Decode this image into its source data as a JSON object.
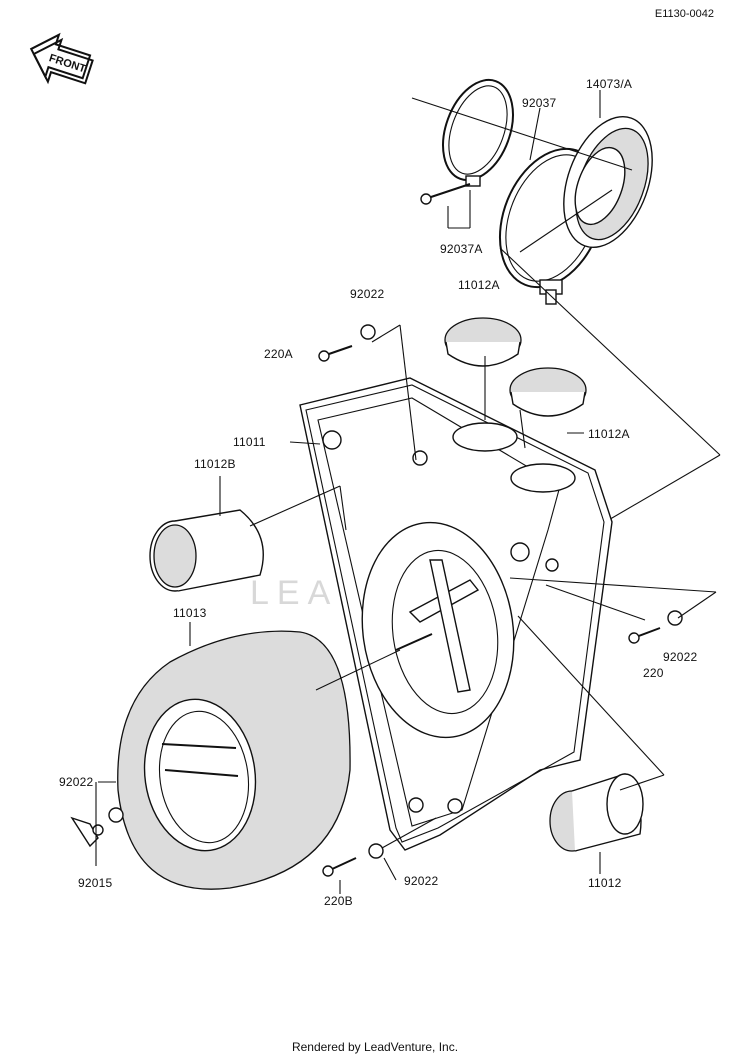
{
  "doc_code": "E1130-0042",
  "front_text": "FRONT",
  "watermark": "LEADVENTURE",
  "footer": "Rendered by LeadVenture, Inc.",
  "labels": {
    "p14073A": "14073/A",
    "p92037": "92037",
    "p92037A": "92037A",
    "p92022_top": "92022",
    "p220A": "220A",
    "p11012A_top": "11012A",
    "p11012A_right": "11012A",
    "p11011": "11011",
    "p11012B": "11012B",
    "p11013": "11013",
    "p220": "220",
    "p92022_right": "92022",
    "p92022_left": "92022",
    "p92015": "92015",
    "p220B": "220B",
    "p92022_bottom": "92022",
    "p11012": "11012"
  }
}
